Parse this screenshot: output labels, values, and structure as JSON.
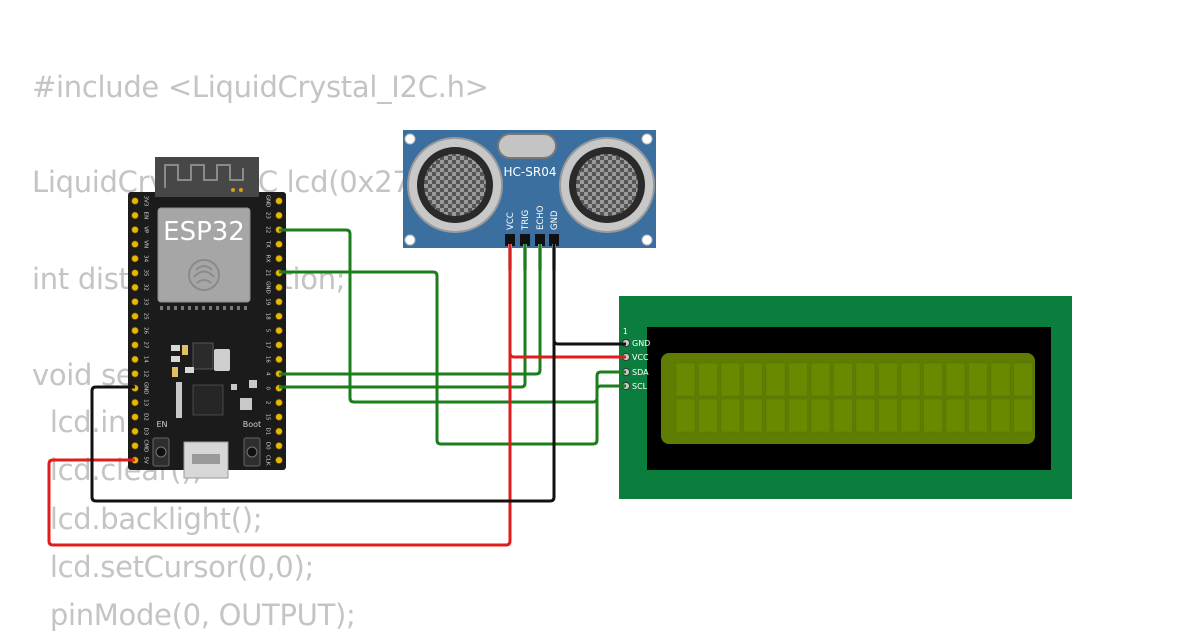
{
  "code_lines": [
    "#include <LiquidCrystal_I2C.h>",
    "LiquidCrystal_I2C lcd(0x27, 16, 2);",
    "int distance, duration;",
    "void setup() {",
    "  lcd.init();",
    "  lcd.clear();",
    "  lcd.backlight();",
    "  lcd.setCursor(0,0);",
    "  pinMode(0, OUTPUT);"
  ],
  "esp32": {
    "label": "ESP32",
    "en_label": "EN",
    "boot_label": "Boot",
    "left_pins": [
      "3V3",
      "EN",
      "VP",
      "VN",
      "34",
      "35",
      "32",
      "33",
      "25",
      "26",
      "27",
      "14",
      "12",
      "GND",
      "13",
      "D2",
      "D3",
      "CMD",
      "5V"
    ],
    "right_pins": [
      "GND",
      "23",
      "22",
      "TX",
      "RX",
      "21",
      "GND",
      "19",
      "18",
      "5",
      "17",
      "16",
      "4",
      "0",
      "2",
      "15",
      "D1",
      "D0",
      "CLK"
    ]
  },
  "sensor": {
    "label": "HC-SR04",
    "pins": [
      "VCC",
      "TRIG",
      "ECHO",
      "GND"
    ]
  },
  "lcd": {
    "pin_one": "1",
    "pins": [
      "GND",
      "VCC",
      "SDA",
      "SCL"
    ]
  },
  "colors": {
    "wire_signal": "#1a7f1a",
    "wire_power": "#e01c1c",
    "wire_ground": "#111111",
    "board": "#1b1b1b",
    "sensor_body": "#3b6fa0",
    "lcd_pcb": "#0b7e3e",
    "lcd_screen": "#5f7d00",
    "code_text": "#c4c4c4"
  }
}
